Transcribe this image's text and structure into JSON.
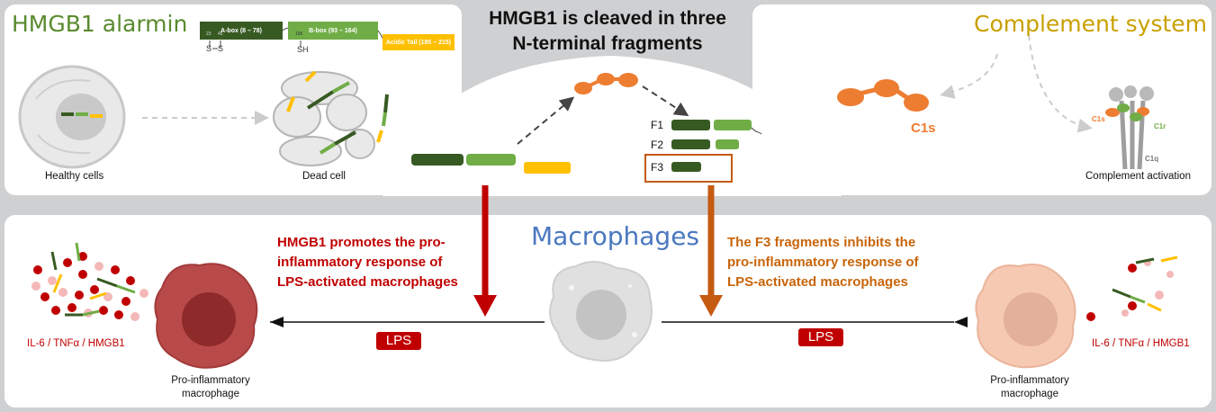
{
  "hmgb1_alarmin": {
    "title": "HMGB1 alarmin",
    "a_box": "A-box (8 – 78)",
    "b_box": "B-box (93 – 164)",
    "acidic_tail": "Acidic Tail (185 – 215)",
    "res_23": "23",
    "res_45": "45",
    "res_106": "106",
    "s_left": "S",
    "s_right": "S",
    "sh": "SH",
    "healthy_label": "Healthy cells",
    "dead_label": "Dead cell"
  },
  "center": {
    "title_line1": "HMGB1 is cleaved in three",
    "title_line2": "N-terminal fragments",
    "f1": "F1",
    "f2": "F2",
    "f3": "F3"
  },
  "complement": {
    "title": "Complement system",
    "c1s_big": "C1s",
    "c1s_small": "C1s",
    "c1r": "C1r",
    "c1q": "C1q",
    "activation_label": "Complement activation"
  },
  "macrophages": {
    "title": "Macrophages",
    "left_text": [
      "HMGB1 promotes the pro-",
      "inflammatory response of",
      "LPS-activated macrophages"
    ],
    "right_text": [
      "The F3 fragments inhibits the",
      "pro-inflammatory response of",
      "LPS-activated macrophages"
    ],
    "lps_left": "LPS",
    "lps_right": "LPS",
    "cytokines_left": "IL-6 / TNFα / HMGB1",
    "cytokines_right": "IL-6 / TNFα / HMGB1",
    "pro_left": [
      "Pro-inflammatory",
      "macrophage"
    ],
    "pro_right": [
      "Pro-inflammatory",
      "macrophage"
    ]
  },
  "colors": {
    "dark_green": "#375a23",
    "light_green": "#70ad47",
    "yellow": "#ffc000",
    "orange": "#ed7d31",
    "red": "#c00000",
    "dark_orange": "#c55a11",
    "blue": "#4472c4",
    "gold": "#c9a000"
  }
}
